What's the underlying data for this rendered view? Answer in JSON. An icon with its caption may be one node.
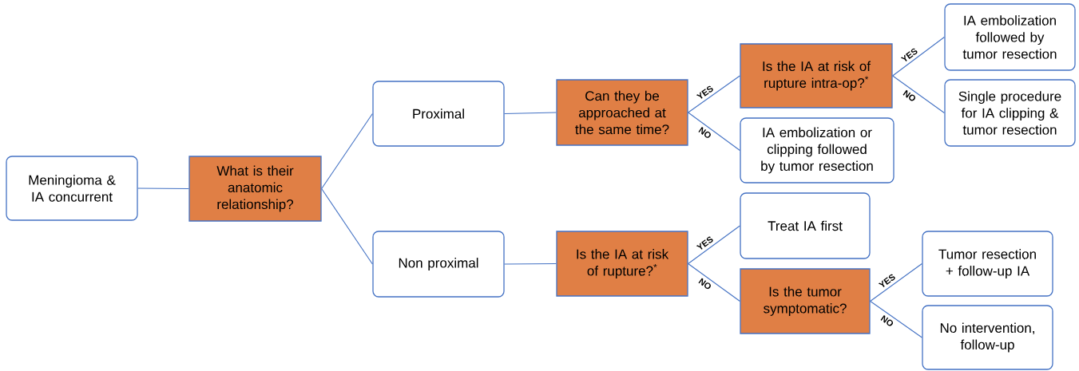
{
  "diagram": {
    "nodes": [
      {
        "text": [
          "Meningioma & IA concurrent"
        ]
      },
      {
        "text": [
          "What is their anatomic relationship?"
        ]
      },
      {
        "text": [
          "Proximal"
        ]
      },
      {
        "text": [
          "Non proximal"
        ]
      },
      {
        "text": [
          "Can they be approached at the same time?"
        ]
      },
      {
        "text": [
          "Is the IA at risk of rupture intra-op?$^{*}$"
        ]
      },
      {
        "text": [
          "IA embolization or clipping followed by tumor resection"
        ]
      },
      {
        "text": [
          "IA embolization followed by tumor resection"
        ]
      },
      {
        "text": [
          "Single procedure for IA clipping & tumor resection"
        ]
      },
      {
        "text": [
          "Is the IA at risk of rupture?$^{*}$"
        ]
      },
      {
        "text": [
          "Treat IA first"
        ]
      },
      {
        "text": [
          "Is the tumor symptomatic?"
        ]
      },
      {
        "text": [
          "Tumor resection + follow-up IA"
        ]
      },
      {
        "text": [
          "No intervention, follow-up"
        ]
      }
    ],
    "edges": [
      {
        "from": 0,
        "to": 1,
        "arrow": "none"
      },
      {
        "from": 1,
        "to": 2,
        "arrow": "none"
      },
      {
        "from": 1,
        "to": 3,
        "arrow": "none"
      },
      {
        "from": 2,
        "to": 4,
        "arrow": "none"
      },
      {
        "from": 4,
        "to": 5,
        "arrow": "none",
        "label": "YES"
      },
      {
        "from": 4,
        "to": 6,
        "arrow": "none",
        "label": "NO"
      },
      {
        "from": 5,
        "to": 7,
        "arrow": "none",
        "label": "YES"
      },
      {
        "from": 5,
        "to": 8,
        "arrow": "none",
        "label": "NO"
      },
      {
        "from": 3,
        "to": 9,
        "arrow": "none"
      },
      {
        "from": 9,
        "to": 10,
        "arrow": "none",
        "label": "YES"
      },
      {
        "from": 9,
        "to": 11,
        "arrow": "none",
        "label": "NO"
      },
      {
        "from": 11,
        "to": 12,
        "arrow": "none",
        "label": "YES"
      },
      {
        "from": 11,
        "to": 13,
        "arrow": "none",
        "label": "NO"
      }
    ]
  }
}
